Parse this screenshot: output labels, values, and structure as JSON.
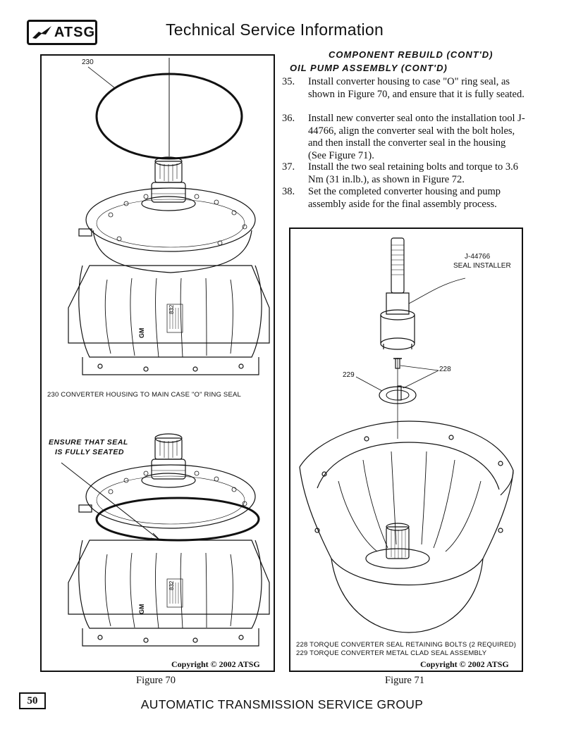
{
  "header": {
    "logo_text": "ATSG",
    "title": "Technical Service Information"
  },
  "section": {
    "title": "COMPONENT REBUILD  (CONT'D)",
    "subtitle": "OIL PUMP ASSEMBLY  (CONT'D)"
  },
  "steps": [
    {
      "num": "35.",
      "text": "Install converter housing to case \"O\" ring seal, as shown in Figure 70, and ensure that it is fully seated."
    },
    {
      "num": "36.",
      "text": "Install new converter seal onto the installation tool J-44766, align the converter seal with the bolt holes, and then install the converter seal in the housing  (See Figure 71)."
    },
    {
      "num": "37.",
      "text": "Install the two seal retaining bolts and torque to 3.6 Nm (31 in.lb.), as shown in Figure 72."
    },
    {
      "num": "38.",
      "text": "Set the completed converter housing and pump assembly aside for the final assembly process."
    }
  ],
  "figure70": {
    "callout": "230",
    "caption": "230 CONVERTER HOUSING TO MAIN CASE \"O\" RING SEAL",
    "note_line1": "ENSURE THAT SEAL",
    "note_line2": "IS FULLY SEATED",
    "housing_mark_1": "GM",
    "housing_mark_2": "832",
    "copyright": "Copyright © 2002 ATSG",
    "label": "Figure 70"
  },
  "figure71": {
    "tool_line1": "J-44766",
    "tool_line2": "SEAL INSTALLER",
    "callout_229": "229",
    "callout_228": "228",
    "caption_line1": "228 TORQUE CONVERTER SEAL RETAINING BOLTS (2 REQUIRED)",
    "caption_line2": "229 TORQUE CONVERTER METAL CLAD SEAL ASSEMBLY",
    "copyright": "Copyright © 2002 ATSG",
    "label": "Figure 71"
  },
  "footer": {
    "page_number": "50",
    "org": "AUTOMATIC TRANSMISSION SERVICE GROUP"
  }
}
